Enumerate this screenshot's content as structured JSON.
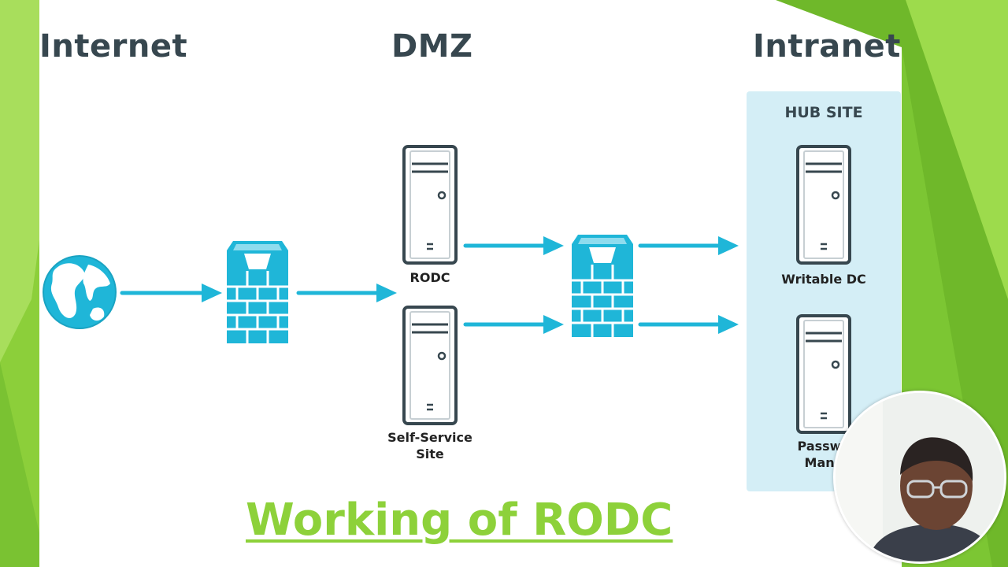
{
  "zones": {
    "internet": "Internet",
    "dmz": "DMZ",
    "intranet": "Intranet"
  },
  "hub_site": {
    "label": "HUB SITE"
  },
  "nodes": {
    "rodc": "RODC",
    "self_service": [
      "Self-Service",
      "Site"
    ],
    "writable_dc": "Writable DC",
    "password_manager": [
      "Passwo",
      "Mana"
    ]
  },
  "title": "Working of RODC",
  "colors": {
    "accent_green": "#8dd13a",
    "diagram_blue": "#1fb6d8",
    "server_dark": "#37474f",
    "hub_background": "#d4eef6",
    "heading_gray": "#37474f"
  },
  "icons": [
    "globe-icon",
    "firewall-icon",
    "server-icon",
    "arrow-right-icon"
  ]
}
